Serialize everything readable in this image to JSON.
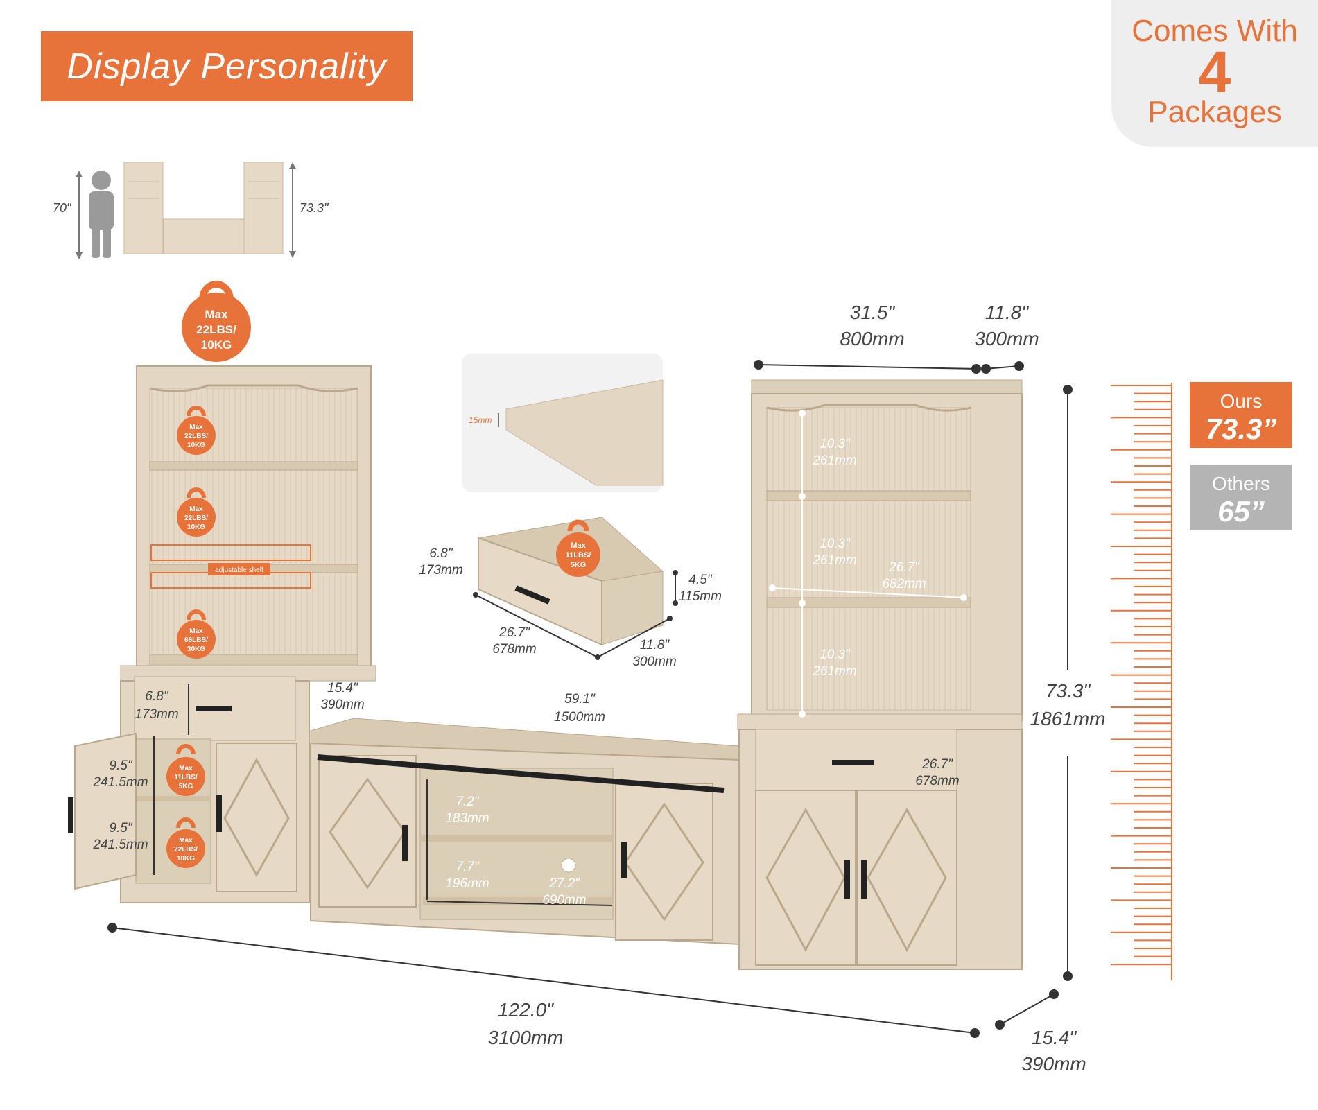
{
  "banner": {
    "title": "Display Personality"
  },
  "packages": {
    "line1": "Comes With",
    "number": "4",
    "line3": "Packages"
  },
  "scale_figure": {
    "person_height": "70\"",
    "unit_height": "73.3\""
  },
  "weight_badges": {
    "top": [
      "Max",
      "22LBS/",
      "10KG"
    ],
    "shelf1": [
      "Max",
      "22LBS/",
      "10KG"
    ],
    "shelf2": [
      "Max",
      "22LBS/",
      "10KG"
    ],
    "shelf3": [
      "Max",
      "66LBS/",
      "30KG"
    ],
    "drawer": [
      "Max",
      "11LBS/",
      "5KG"
    ],
    "cabinet_upper": [
      "Max",
      "11LBS/",
      "5KG"
    ],
    "cabinet_lower": [
      "Max",
      "22LBS/",
      "10KG"
    ]
  },
  "adjustable_label": "adjustable shelf",
  "board_thickness": "15mm",
  "dimensions": {
    "top_width": [
      "31.5\"",
      "800mm"
    ],
    "top_depth": [
      "11.8\"",
      "300mm"
    ],
    "right_shelf1": [
      "10.3\"",
      "261mm"
    ],
    "right_shelf2": [
      "10.3\"",
      "261mm"
    ],
    "right_shelf3": [
      "10.3\"",
      "261mm"
    ],
    "right_inner_width": [
      "26.7\"",
      "682mm"
    ],
    "right_drawer": [
      "26.7\"",
      "678mm"
    ],
    "total_height": [
      "73.3\"",
      "1861mm"
    ],
    "total_width": [
      "122.0\"",
      "3100mm"
    ],
    "total_depth": [
      "15.4\"",
      "390mm"
    ],
    "tv_width": [
      "59.1\"",
      "1500mm"
    ],
    "tv_depth": [
      "15.4\"",
      "390mm"
    ],
    "tv_open_upper": [
      "7.2\"",
      "183mm"
    ],
    "tv_open_lower": [
      "7.7\"",
      "196mm"
    ],
    "tv_open_width": [
      "27.2\"",
      "690mm"
    ],
    "left_drawer": [
      "6.8\"",
      "173mm"
    ],
    "left_cab1": [
      "9.5\"",
      "241.5mm"
    ],
    "left_cab2": [
      "9.5\"",
      "241.5mm"
    ],
    "drawer_height": [
      "6.8\"",
      "173mm"
    ],
    "drawer_side": [
      "4.5\"",
      "115mm"
    ],
    "drawer_width": [
      "26.7\"",
      "678mm"
    ],
    "drawer_depth": [
      "11.8\"",
      "300mm"
    ]
  },
  "comparison": {
    "ours_label": "Ours",
    "ours_value": "73.3”",
    "others_label": "Others",
    "others_value": "65”"
  },
  "colors": {
    "accent": "#e8733a",
    "wood": "#e3d6c2",
    "wood_dark": "#cbbba3",
    "grey": "#b4b4b4"
  }
}
